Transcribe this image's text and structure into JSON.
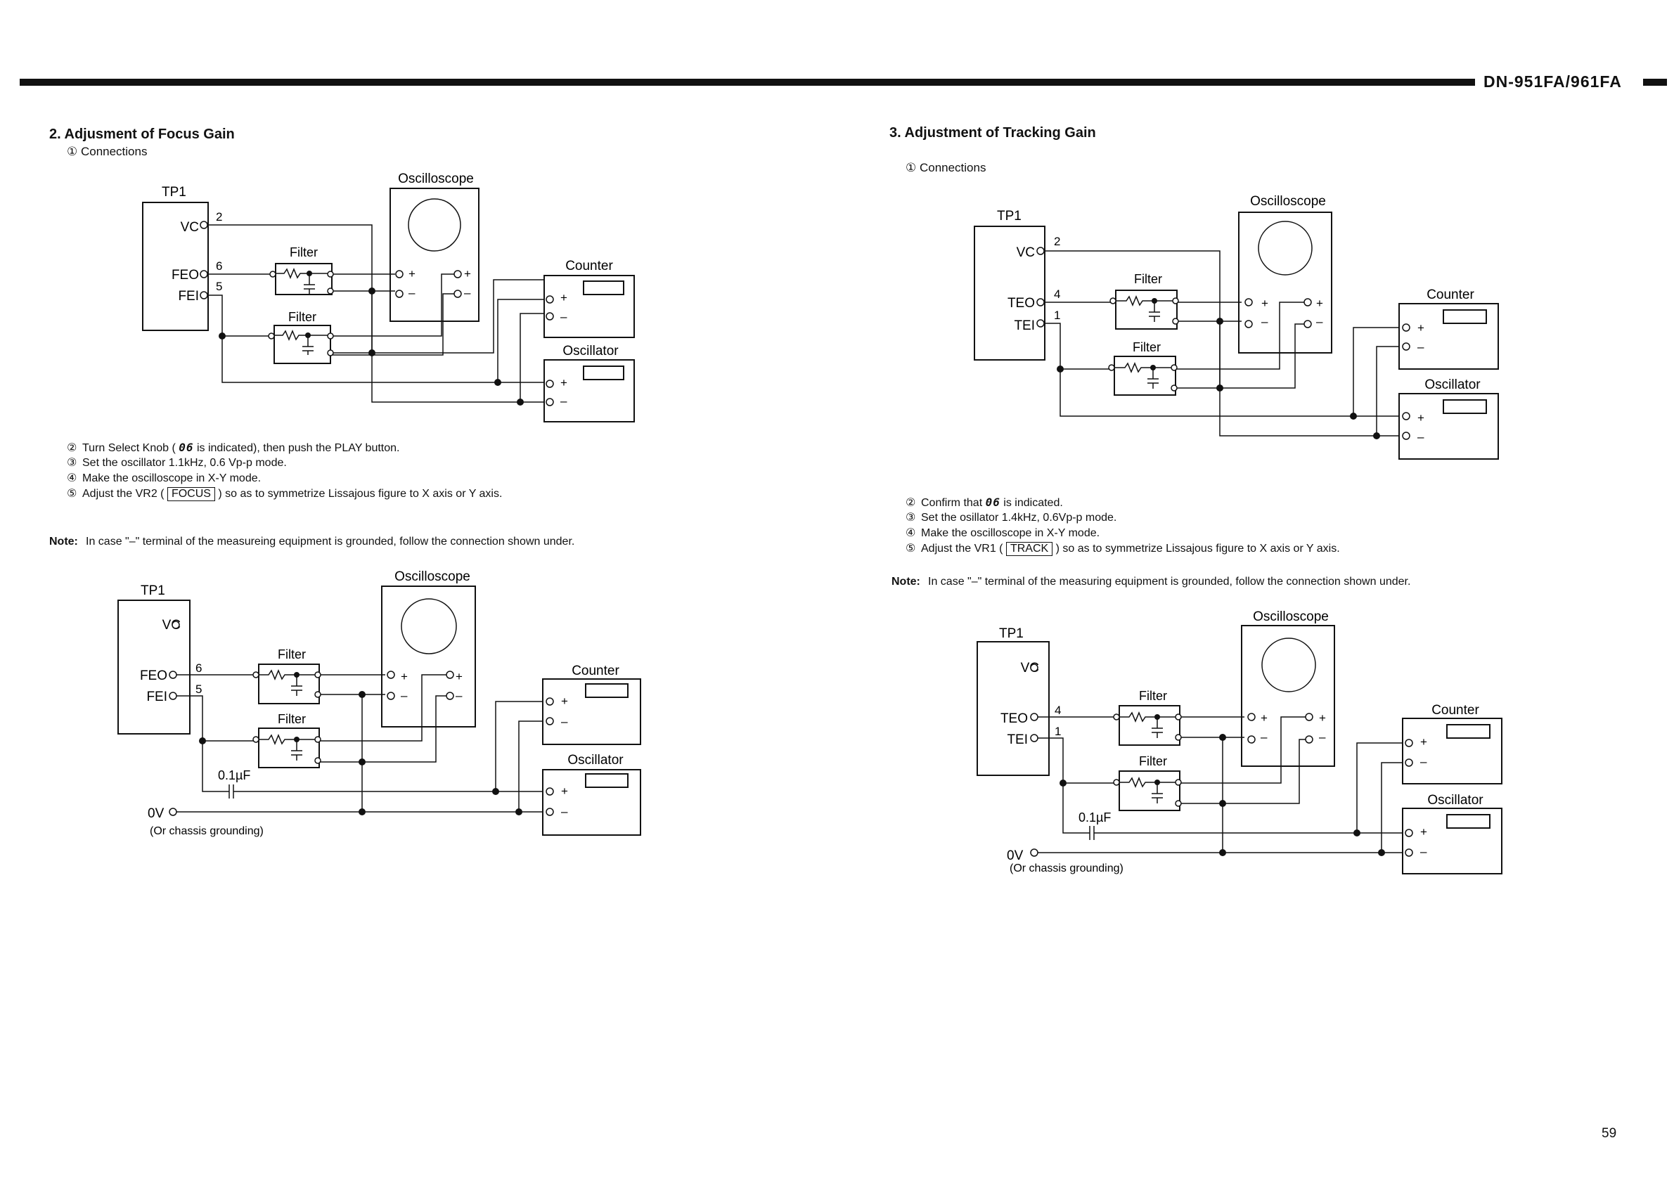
{
  "header": {
    "model": "DN-951FA/961FA"
  },
  "page_number": "59",
  "labels": {
    "tp1": "TP1",
    "vc": "VC",
    "feo": "FEO",
    "fei": "FEI",
    "teo": "TEO",
    "tei": "TEI",
    "oscilloscope": "Oscilloscope",
    "filter": "Filter",
    "counter": "Counter",
    "oscillator": "Oscillator",
    "plus": "+",
    "minus": "–",
    "cap": "0.1µF",
    "ov": "0V",
    "chassis": "(Or chassis grounding)",
    "pin2": "2",
    "pin6": "6",
    "pin5": "5",
    "pin4": "4",
    "pin1": "1"
  },
  "focus": {
    "title": "2. Adjusment of Focus Gain",
    "connections": "① Connections",
    "steps": [
      {
        "n": "②",
        "pre": "Turn Select Knob (",
        "seg": "06",
        "post": " is indicated), then push the PLAY button."
      },
      {
        "n": "③",
        "text": "Set the oscillator 1.1kHz, 0.6 Vp-p mode."
      },
      {
        "n": "④",
        "text": "Make the oscilloscope in X-Y mode."
      },
      {
        "n": "⑤",
        "pre": "Adjust the VR2 (",
        "box": "FOCUS",
        "post": ") so as to symmetrize Lissajous figure to X axis or Y axis."
      }
    ],
    "note_label": "Note:",
    "note": "In case \"–\" terminal of the measureing equipment is grounded, follow the connection shown under."
  },
  "tracking": {
    "title": "3. Adjustment of Tracking Gain",
    "connections": "① Connections",
    "steps": [
      {
        "n": "②",
        "pre": "Confirm that ",
        "seg": "06",
        "post": " is indicated."
      },
      {
        "n": "③",
        "text": "Set the osillator 1.4kHz, 0.6Vp-p mode."
      },
      {
        "n": "④",
        "text": "Make the oscilloscope in X-Y mode."
      },
      {
        "n": "⑤",
        "pre": "Adjust the VR1 (",
        "box": "TRACK",
        "post": ") so as to symmetrize Lissajous figure to X axis or Y axis."
      }
    ],
    "note_label": "Note:",
    "note": "In case \"–\" terminal of the measuring equipment is grounded, follow the connection shown under."
  }
}
